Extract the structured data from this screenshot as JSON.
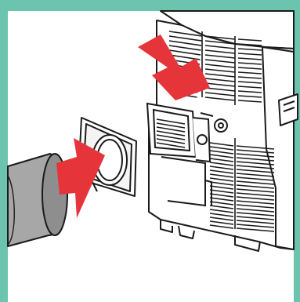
{
  "colors": {
    "frame": "#6cc3ae",
    "arrow": "#e5343a",
    "hose": "#a7a7a7",
    "hose_dark": "#8e8e8e",
    "line": "#1a1a1a",
    "background": "#ffffff"
  },
  "icons": {
    "frame": "teal-border-frame",
    "unit": "portable-air-conditioner-unit",
    "top_arrow": "down-arrow-icon",
    "side_arrow": "right-arrow-icon",
    "adapter": "exhaust-hose-adapter-plate",
    "hose": "exhaust-hose"
  }
}
